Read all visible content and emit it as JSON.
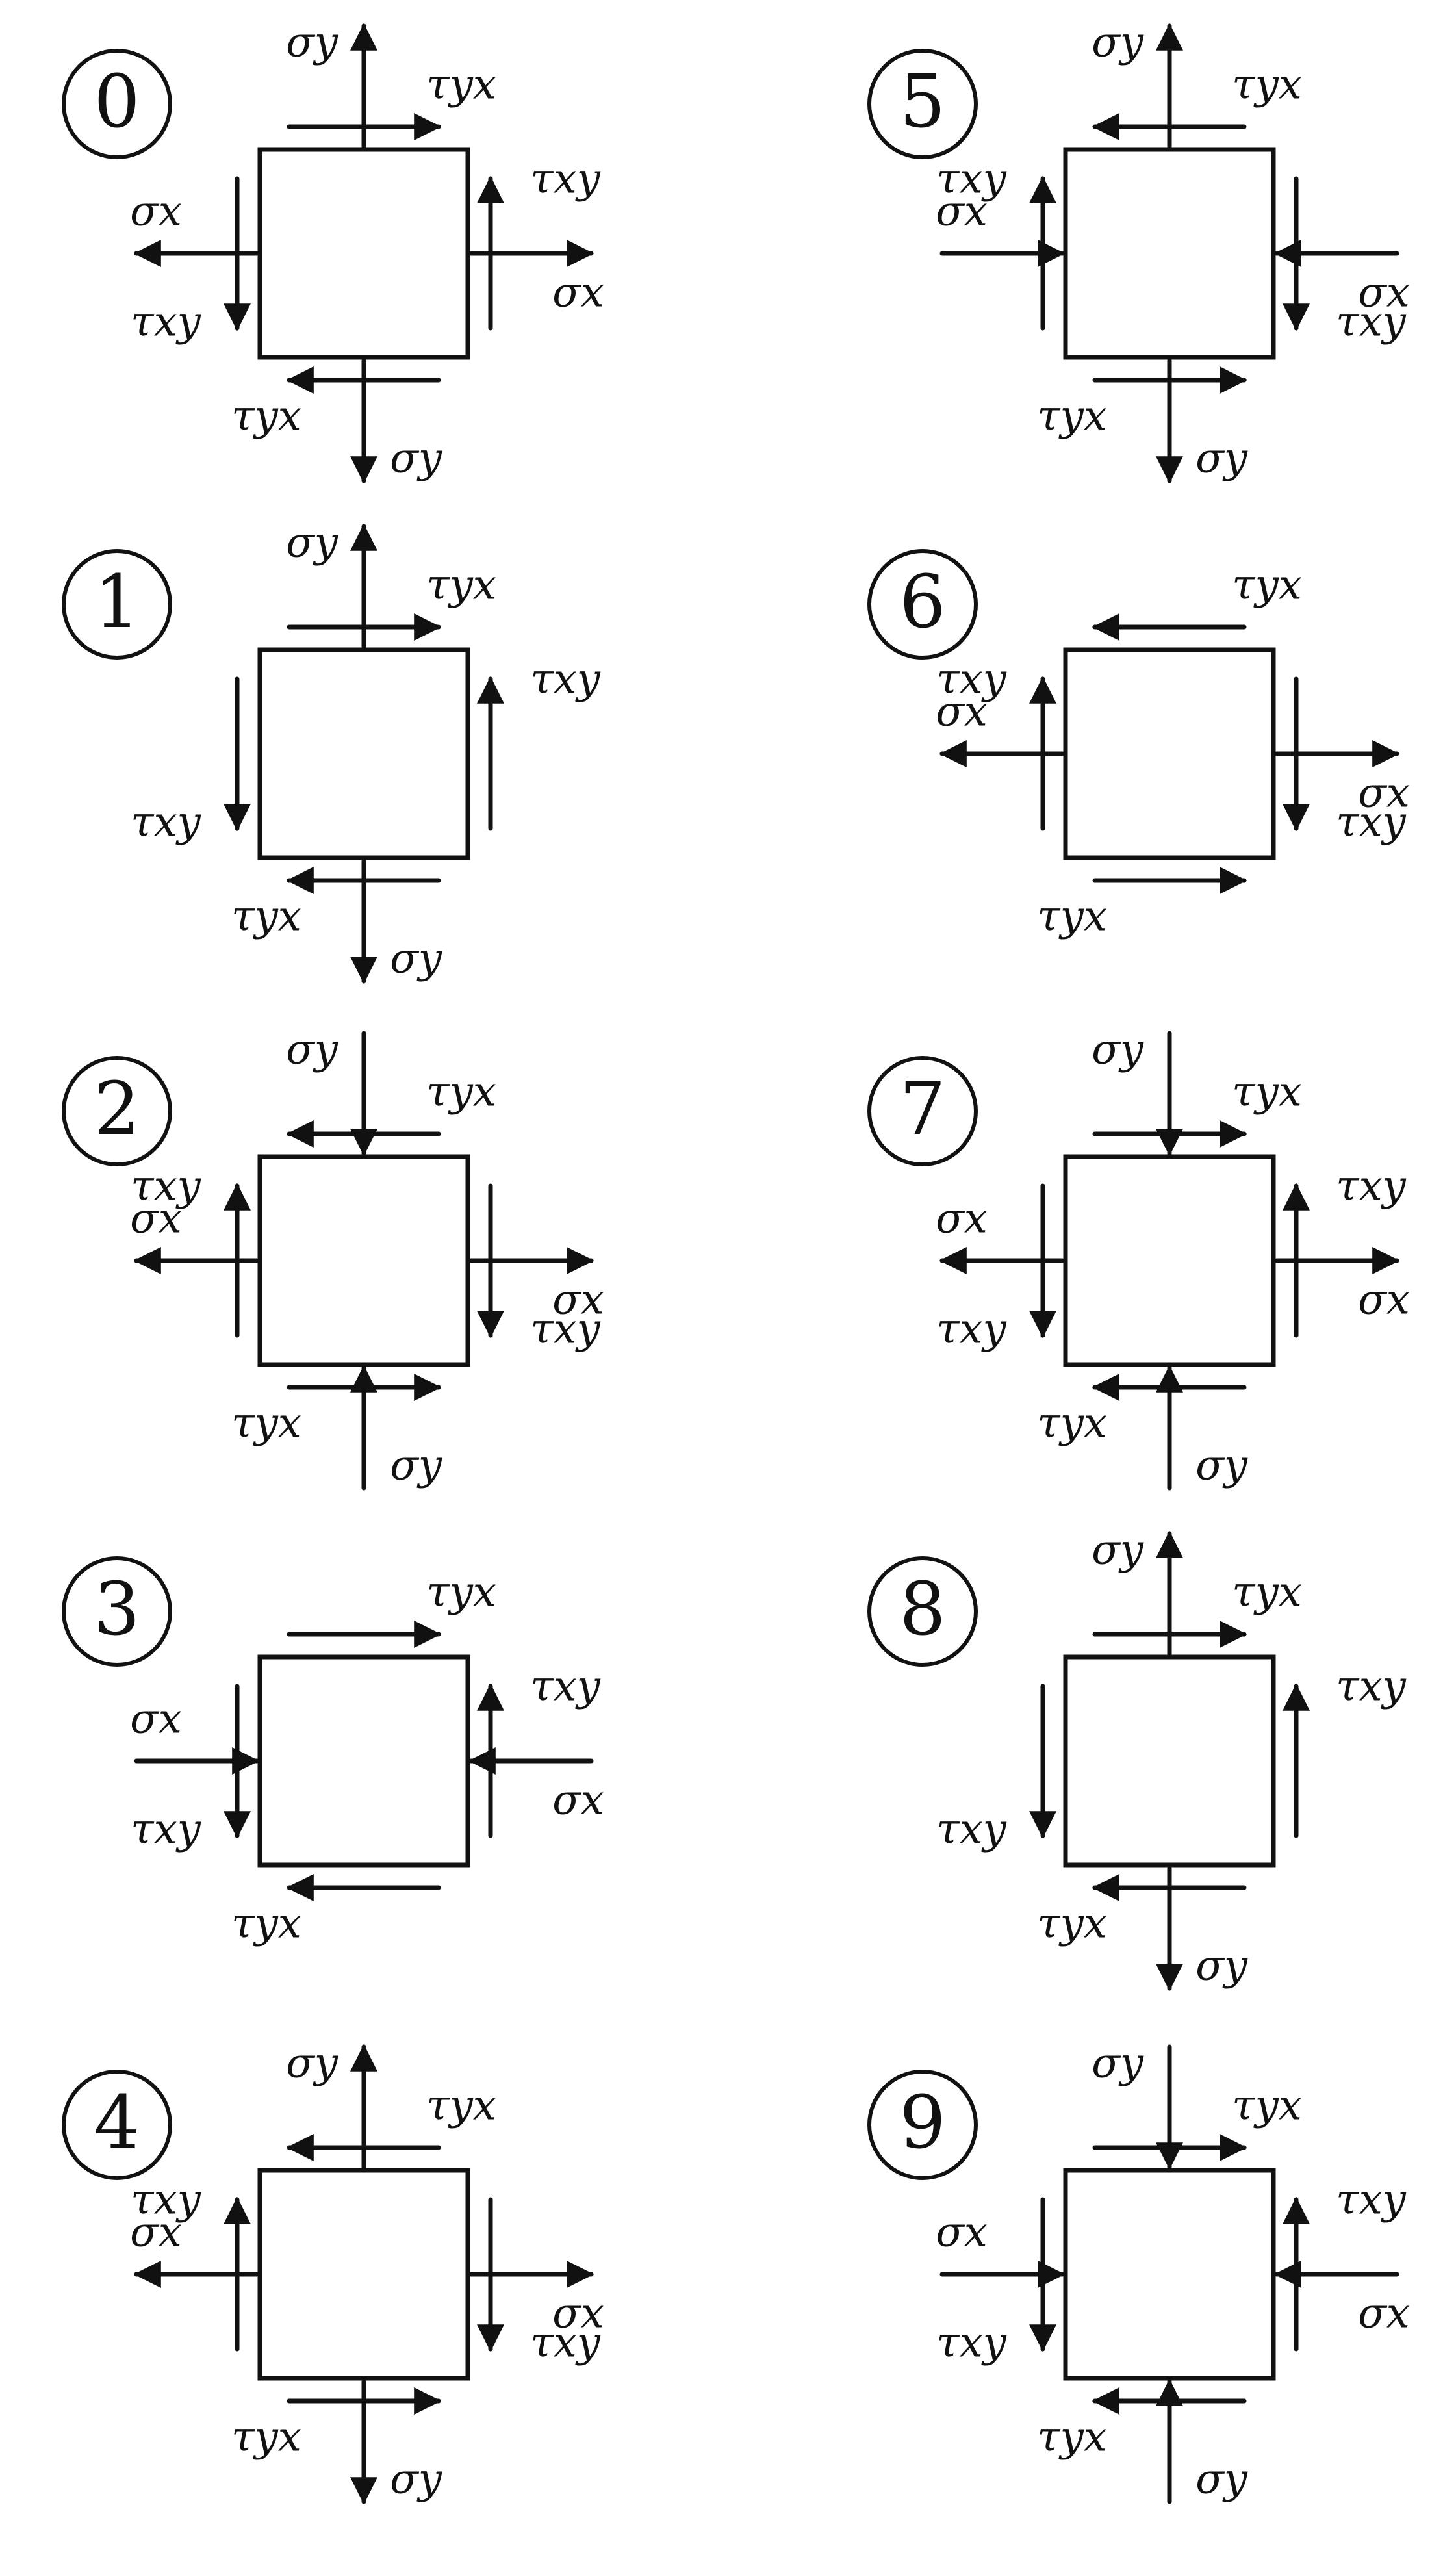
{
  "diagrams": [
    {
      "number": "0",
      "top": {
        "normal": "up",
        "shear": "right",
        "normal_label": "σy",
        "shear_label": "τyx"
      },
      "bottom": {
        "normal": "down",
        "shear": "left",
        "normal_label": "σy",
        "shear_label": "τyx"
      },
      "left": {
        "normal": "left",
        "shear": "down",
        "normal_label": "σx",
        "shear_label": "τxy"
      },
      "right": {
        "normal": "right",
        "shear": "up",
        "normal_label": "σx",
        "shear_label": "τxy"
      }
    },
    {
      "number": "1",
      "top": {
        "normal": "up",
        "shear": "right",
        "normal_label": "σy",
        "shear_label": "τyx"
      },
      "bottom": {
        "normal": "down",
        "shear": "left",
        "normal_label": "σy",
        "shear_label": "τyx"
      },
      "left": {
        "normal": null,
        "shear": "down",
        "normal_label": "",
        "shear_label": "τxy"
      },
      "right": {
        "normal": null,
        "shear": "up",
        "normal_label": "",
        "shear_label": "τxy"
      }
    },
    {
      "number": "2",
      "top": {
        "normal": "down",
        "shear": "left",
        "normal_label": "σy",
        "shear_label": "τyx"
      },
      "bottom": {
        "normal": "up",
        "shear": "right",
        "normal_label": "σy",
        "shear_label": "τyx"
      },
      "left": {
        "normal": "left",
        "shear": "up",
        "normal_label": "σx",
        "shear_label": "τxy"
      },
      "right": {
        "normal": "right",
        "shear": "down",
        "normal_label": "σx",
        "shear_label": "τxy"
      }
    },
    {
      "number": "3",
      "top": {
        "normal": null,
        "shear": "right",
        "normal_label": "",
        "shear_label": "τyx"
      },
      "bottom": {
        "normal": null,
        "shear": "left",
        "normal_label": "",
        "shear_label": "τyx"
      },
      "left": {
        "normal": "right",
        "shear": "down",
        "normal_label": "σx",
        "shear_label": "τxy"
      },
      "right": {
        "normal": "left",
        "shear": "up",
        "normal_label": "σx",
        "shear_label": "τxy"
      }
    },
    {
      "number": "4",
      "top": {
        "normal": "up",
        "shear": "left",
        "normal_label": "σy",
        "shear_label": "τyx"
      },
      "bottom": {
        "normal": "down",
        "shear": "right",
        "normal_label": "σy",
        "shear_label": "τyx"
      },
      "left": {
        "normal": "left",
        "shear": "up",
        "normal_label": "σx",
        "shear_label": "τxy"
      },
      "right": {
        "normal": "right",
        "shear": "down",
        "normal_label": "σx",
        "shear_label": "τxy"
      }
    },
    {
      "number": "5",
      "top": {
        "normal": "up",
        "shear": "left",
        "normal_label": "σy",
        "shear_label": "τyx"
      },
      "bottom": {
        "normal": "down",
        "shear": "right",
        "normal_label": "σy",
        "shear_label": "τyx"
      },
      "left": {
        "normal": "right",
        "shear": "up",
        "normal_label": "σx",
        "shear_label": "τxy"
      },
      "right": {
        "normal": "left",
        "shear": "down",
        "normal_label": "σx",
        "shear_label": "τxy"
      }
    },
    {
      "number": "6",
      "top": {
        "normal": null,
        "shear": "left",
        "normal_label": "",
        "shear_label": "τyx"
      },
      "bottom": {
        "normal": null,
        "shear": "right",
        "normal_label": "",
        "shear_label": "τyx"
      },
      "left": {
        "normal": "left",
        "shear": "up",
        "normal_label": "σx",
        "shear_label": "τxy"
      },
      "right": {
        "normal": "right",
        "shear": "down",
        "normal_label": "σx",
        "shear_label": "τxy"
      }
    },
    {
      "number": "7",
      "top": {
        "normal": "down",
        "shear": "right",
        "normal_label": "σy",
        "shear_label": "τyx"
      },
      "bottom": {
        "normal": "up",
        "shear": "left",
        "normal_label": "σy",
        "shear_label": "τyx"
      },
      "left": {
        "normal": "left",
        "shear": "down",
        "normal_label": "σx",
        "shear_label": "τxy"
      },
      "right": {
        "normal": "right",
        "shear": "up",
        "normal_label": "σx",
        "shear_label": "τxy"
      }
    },
    {
      "number": "8",
      "top": {
        "normal": "up",
        "shear": "right",
        "normal_label": "σy",
        "shear_label": "τyx"
      },
      "bottom": {
        "normal": "down",
        "shear": "left",
        "normal_label": "σy",
        "shear_label": "τyx"
      },
      "left": {
        "normal": null,
        "shear": "down",
        "normal_label": "",
        "shear_label": "τxy"
      },
      "right": {
        "normal": null,
        "shear": "up",
        "normal_label": "",
        "shear_label": "τxy"
      }
    },
    {
      "number": "9",
      "top": {
        "normal": "down",
        "shear": "right",
        "normal_label": "σy",
        "shear_label": "τyx"
      },
      "bottom": {
        "normal": "up",
        "shear": "left",
        "normal_label": "σy",
        "shear_label": "τyx"
      },
      "left": {
        "normal": "right",
        "shear": "down",
        "normal_label": "σx",
        "shear_label": "τxy"
      },
      "right": {
        "normal": "left",
        "shear": "up",
        "normal_label": "σx",
        "shear_label": "τxy"
      }
    }
  ]
}
